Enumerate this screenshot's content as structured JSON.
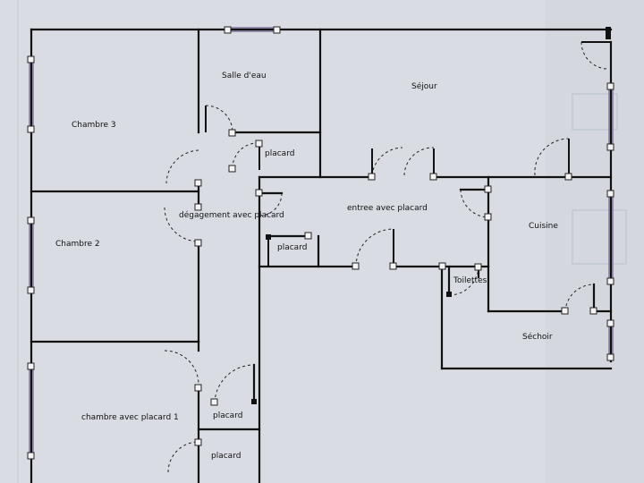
{
  "rooms": {
    "salle_deau": "Salle d'eau",
    "sejour": "Séjour",
    "chambre_3": "Chambre 3",
    "placard_a": "placard",
    "entree": "entree avec placard",
    "degagement": "dégagement avec placard",
    "cuisine": "Cuisine",
    "chambre_2": "Chambre 2",
    "placard_b": "placard",
    "toilettes": "Toilettes",
    "sechoir": "Séchoir",
    "chambre_1": "chambre avec placard 1",
    "placard_c": "placard",
    "placard_d": "placard"
  },
  "colors": {
    "paper": "#d9dde3",
    "wall": "#111111",
    "window": "#6d5f8f"
  }
}
